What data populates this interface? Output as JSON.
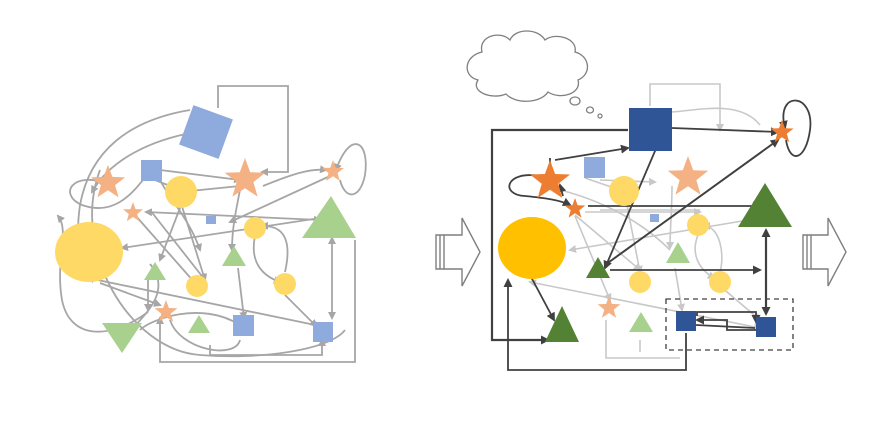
{
  "colors": {
    "background": "#ffffff",
    "faint_line": "#bdbdbd",
    "mid_line": "#a6a6a6",
    "dark_line": "#404040",
    "light_blue": "#8faadc",
    "light_yellow": "#ffd966",
    "light_orange": "#f4b183",
    "light_green": "#a9d18e",
    "dark_blue": "#2f5597",
    "dark_yellow": "#ffc000",
    "dark_orange": "#ed7d31",
    "dark_green": "#548235"
  },
  "panels": [
    {
      "name": "tangled-diagram",
      "state": "unorganized"
    },
    {
      "name": "organized-diagram",
      "state": "organized"
    }
  ],
  "icons": [
    "thought-cloud-icon",
    "right-arrow-icon",
    "dashed-group-box"
  ]
}
